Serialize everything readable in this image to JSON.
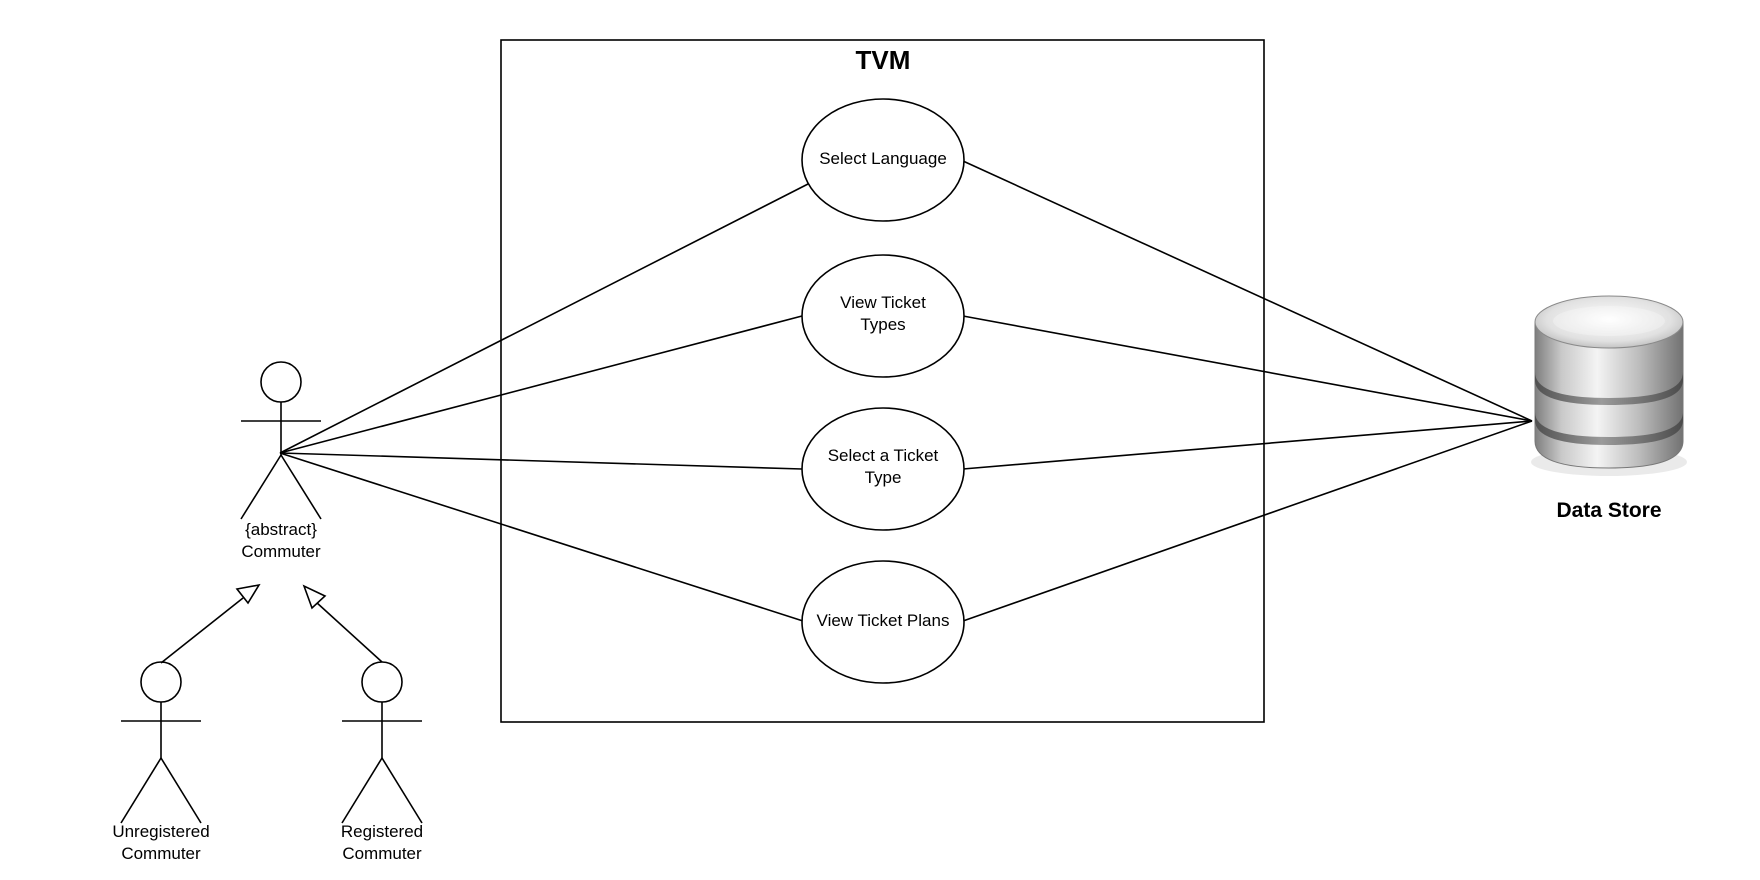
{
  "system": {
    "title": "TVM"
  },
  "use_cases": [
    {
      "line1": "Select Language",
      "line2": ""
    },
    {
      "line1": "View Ticket",
      "line2": "Types"
    },
    {
      "line1": "Select a Ticket",
      "line2": "Type"
    },
    {
      "line1": "View Ticket Plans",
      "line2": ""
    }
  ],
  "actors": {
    "commuter": {
      "line1": "{abstract}",
      "line2": "Commuter"
    },
    "unregistered": {
      "line1": "Unregistered",
      "line2": "Commuter"
    },
    "registered": {
      "line1": "Registered",
      "line2": "Commuter"
    }
  },
  "data_store": {
    "label": "Data Store",
    "icon": "database-icon"
  },
  "colors": {
    "line": "#000000",
    "background": "#ffffff",
    "database_light": "#f2f2f2",
    "database_dark": "#8c8c8c"
  }
}
